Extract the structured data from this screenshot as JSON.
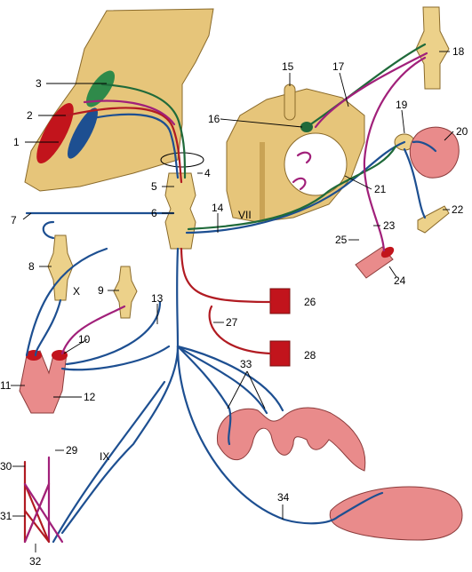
{
  "labels": {
    "n1": "1",
    "n2": "2",
    "n3": "3",
    "n4": "4",
    "n5": "5",
    "n6": "6",
    "n7": "7",
    "n8": "8",
    "n9": "9",
    "n10": "10",
    "n11": "11",
    "n12": "12",
    "n13": "13",
    "n14": "14",
    "n15": "15",
    "n16": "16",
    "n17": "17",
    "n18": "18",
    "n19": "19",
    "n20": "20",
    "n21": "21",
    "n22": "22",
    "n23": "23",
    "n24": "24",
    "n25": "25",
    "n26": "26",
    "n27": "27",
    "n28": "28",
    "n29": "29",
    "n30": "30",
    "n31": "31",
    "n32": "32",
    "n33": "33",
    "n34": "34"
  },
  "roman": {
    "vii": "VII",
    "x": "X",
    "ix": "IX"
  },
  "colors": {
    "blue_nerve": "#1d4f91",
    "red_nerve": "#b11b22",
    "green_nerve": "#1f6a3a",
    "purple_nerve": "#a1207a",
    "bone": "#e6c57a",
    "flesh": "#e98b8b"
  }
}
